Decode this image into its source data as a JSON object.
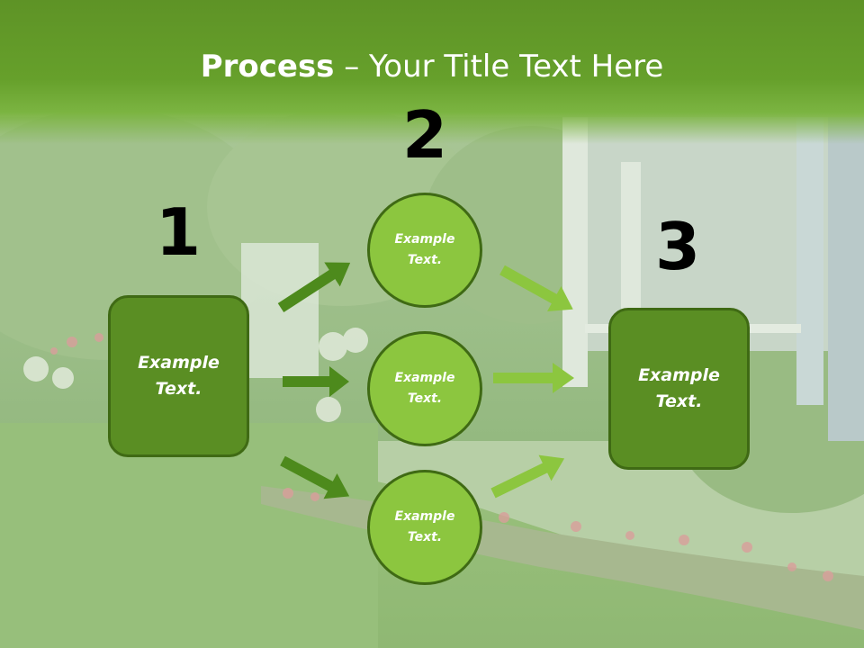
{
  "title": {
    "bold": "Process",
    "rest": " – Your Title Text Here"
  },
  "steps": {
    "one": "1",
    "two": "2",
    "three": "3"
  },
  "box_left": {
    "line1": "Example",
    "line2": "Text."
  },
  "circles": [
    {
      "line1": "Example",
      "line2": "Text."
    },
    {
      "line1": "Example",
      "line2": "Text."
    },
    {
      "line1": "Example",
      "line2": "Text."
    }
  ],
  "box_right": {
    "line1": "Example",
    "line2": "Text."
  },
  "colors": {
    "dark_green": "#5a8e23",
    "light_green": "#8cc63f",
    "header_green": "#66a02b",
    "arrow_dark": "#4d8a1c",
    "arrow_light": "#8cc63f"
  }
}
